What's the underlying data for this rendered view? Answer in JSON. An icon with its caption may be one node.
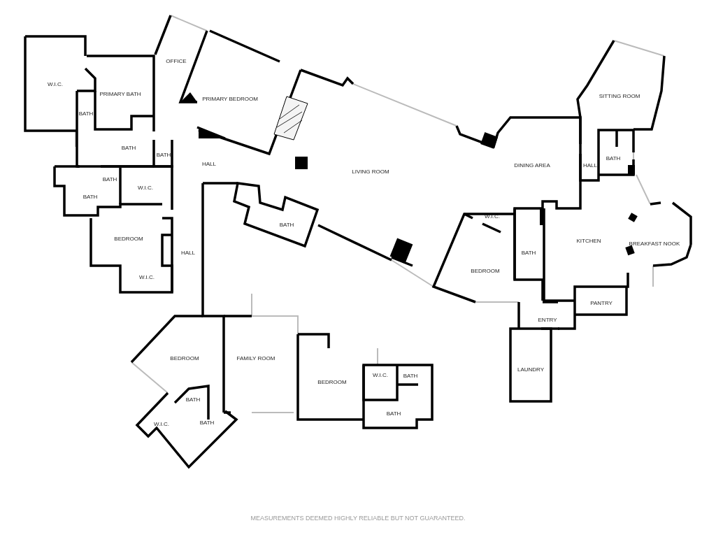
{
  "diagram": {
    "labels": [
      "OFFICE",
      "W.I.C.",
      "SITTING ROOM",
      "PRIMARY BATH",
      "PRIMARY BEDROOM",
      "BATH",
      "BATH",
      "BATH",
      "BATH",
      "HALL",
      "DINING AREA",
      "HALL",
      "LIVING ROOM",
      "BATH",
      "W.I.C.",
      "BATH",
      "W.I.C.",
      "BATH",
      "BEDROOM",
      "KITCHEN",
      "BREAKFAST NOOK",
      "HALL",
      "BATH",
      "BEDROOM",
      "W.I.C.",
      "PANTRY",
      "ENTRY",
      "BEDROOM",
      "FAMILY ROOM",
      "LAUNDRY",
      "W.I.C.",
      "BATH",
      "BEDROOM",
      "BATH",
      "BATH",
      "W.I.C.",
      "BATH",
      "MEASUREMENTS DEEMED HIGHLY RELIABLE BUT NOT GUARANTEED."
    ]
  }
}
